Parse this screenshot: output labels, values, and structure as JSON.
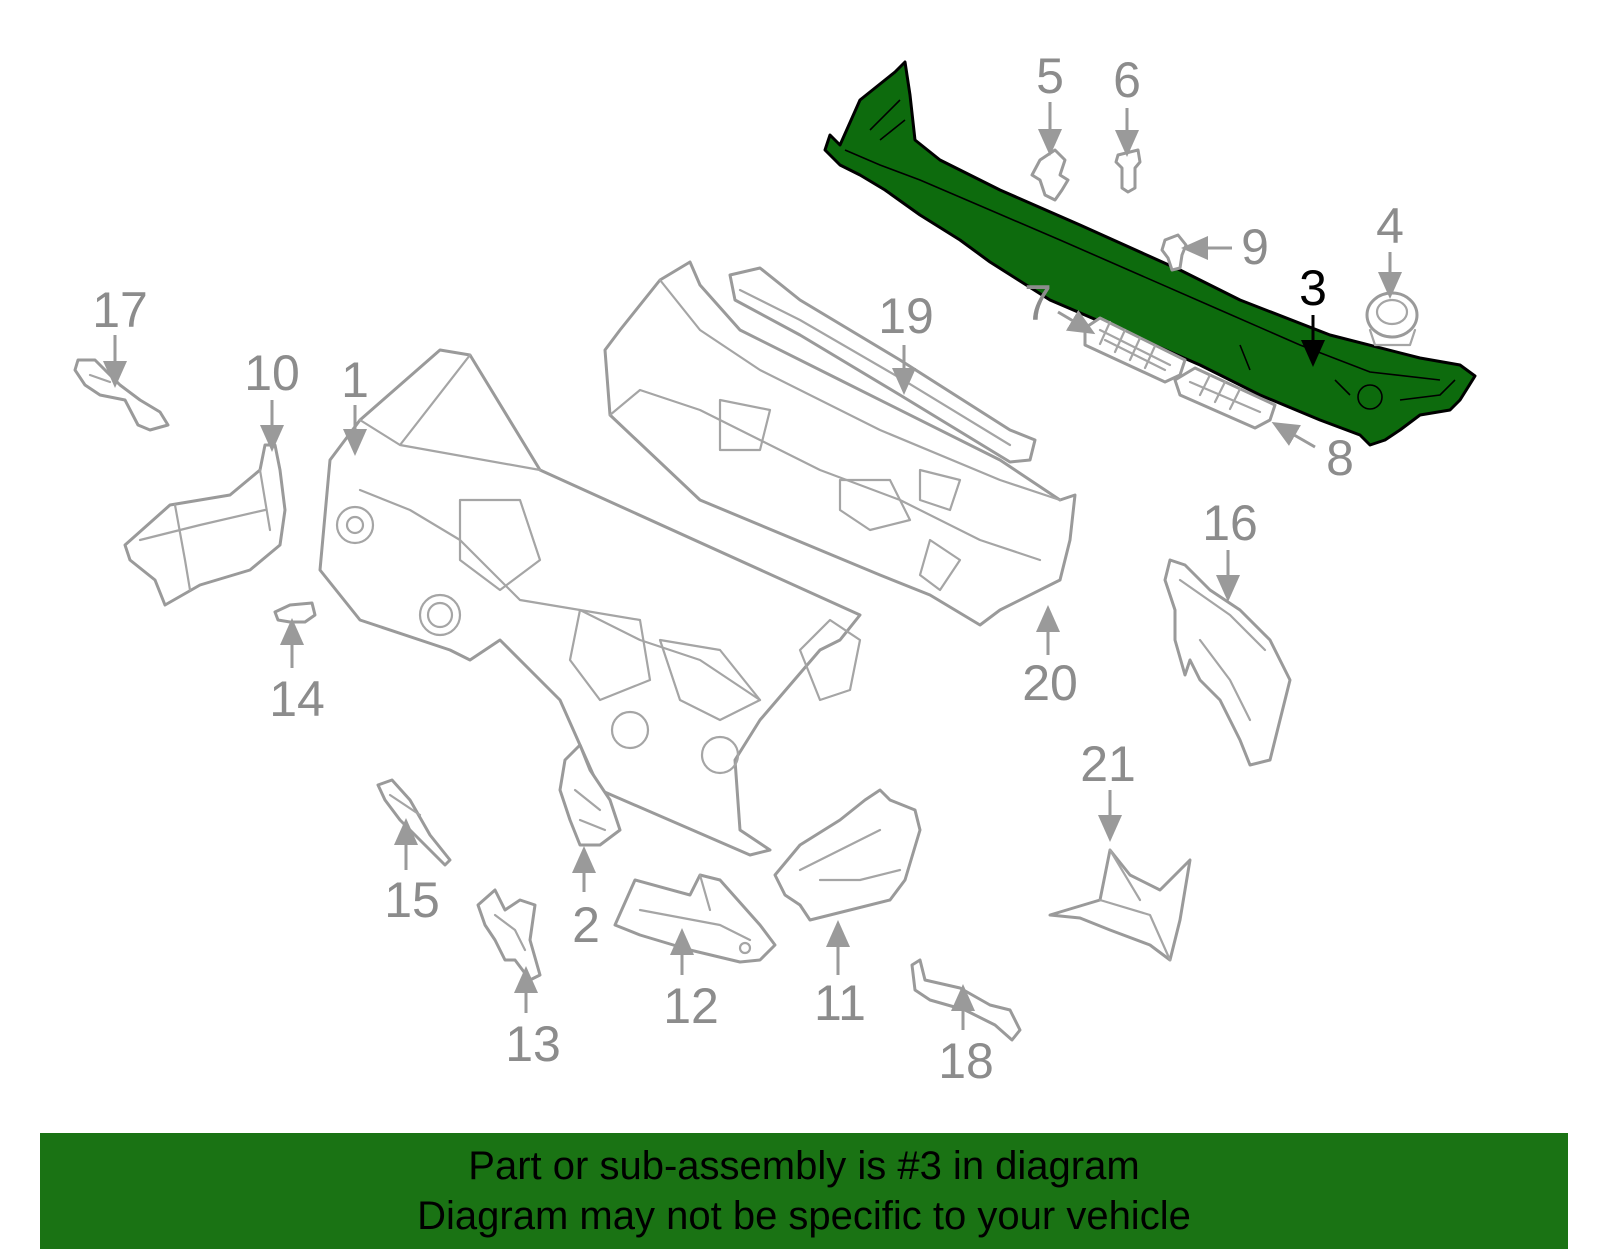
{
  "diagram": {
    "highlighted_part": "3",
    "callouts": [
      "1",
      "2",
      "3",
      "4",
      "5",
      "6",
      "7",
      "8",
      "9",
      "10",
      "11",
      "12",
      "13",
      "14",
      "15",
      "16",
      "17",
      "18",
      "19",
      "20",
      "21"
    ]
  },
  "banner": {
    "line1": "Part or sub-assembly is #3 in diagram",
    "line2": "Diagram may not be specific to your vehicle"
  },
  "colors": {
    "highlight": "#0d6b0d",
    "banner": "#1a7314",
    "part_outline": "#9a9a9a"
  }
}
